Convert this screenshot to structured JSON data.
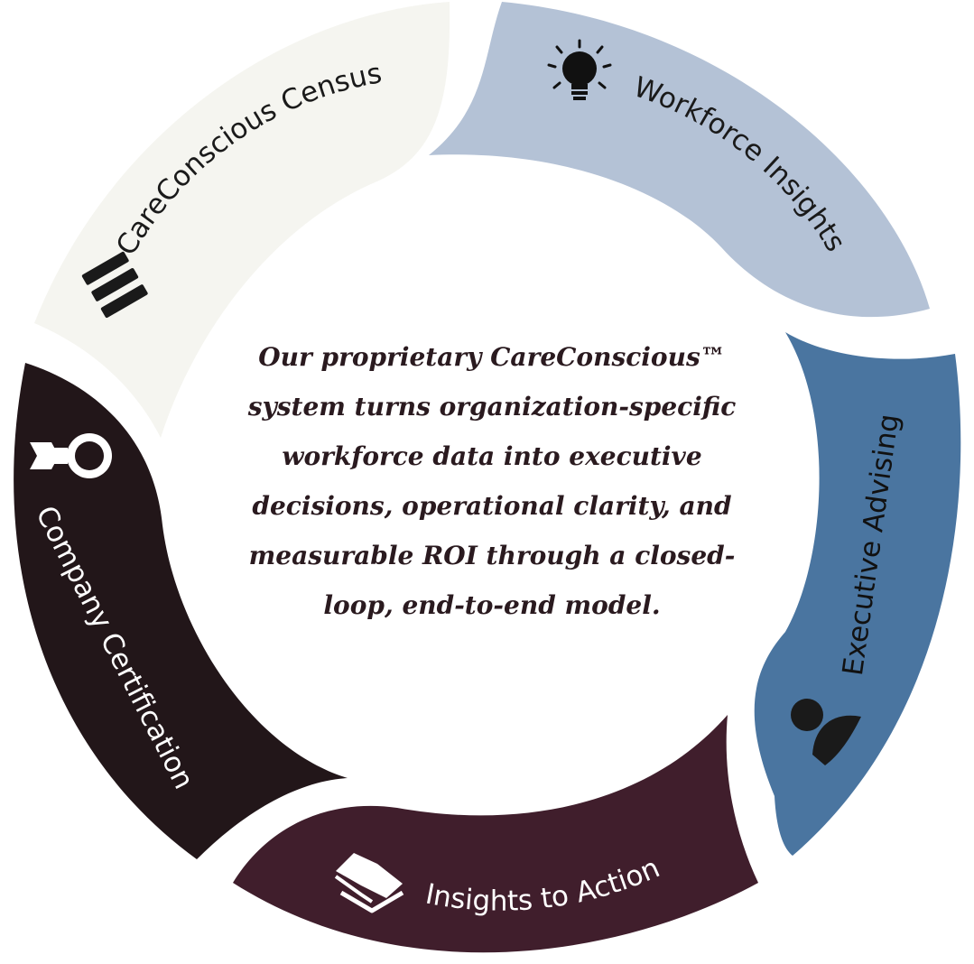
{
  "segments": [
    {
      "name": "CareConscious Census",
      "icon": "stacked-bars-icon",
      "color": "#f5f5f0",
      "text_color": "#1a1a1a"
    },
    {
      "name": "Workforce Insights",
      "icon": "lightbulb-icon",
      "color": "#b4c2d6",
      "text_color": "#1a1a1a"
    },
    {
      "name": "Executive Advising",
      "icon": "person-icon",
      "color": "#4a75a0",
      "text_color": "#111111"
    },
    {
      "name": "Insights to Action",
      "icon": "stacked-layers-icon",
      "color": "#401e2c",
      "text_color": "#ffffff"
    },
    {
      "name": "Company Certification",
      "icon": "award-ribbon-icon",
      "color": "#221619",
      "text_color": "#ffffff"
    }
  ],
  "center": {
    "lines": [
      "Our proprietary CareConscious™",
      "system turns organization-specific",
      "workforce data into executive",
      "decisions, operational clarity, and",
      "measurable ROI through a closed-",
      "loop, end-to-end model."
    ]
  }
}
